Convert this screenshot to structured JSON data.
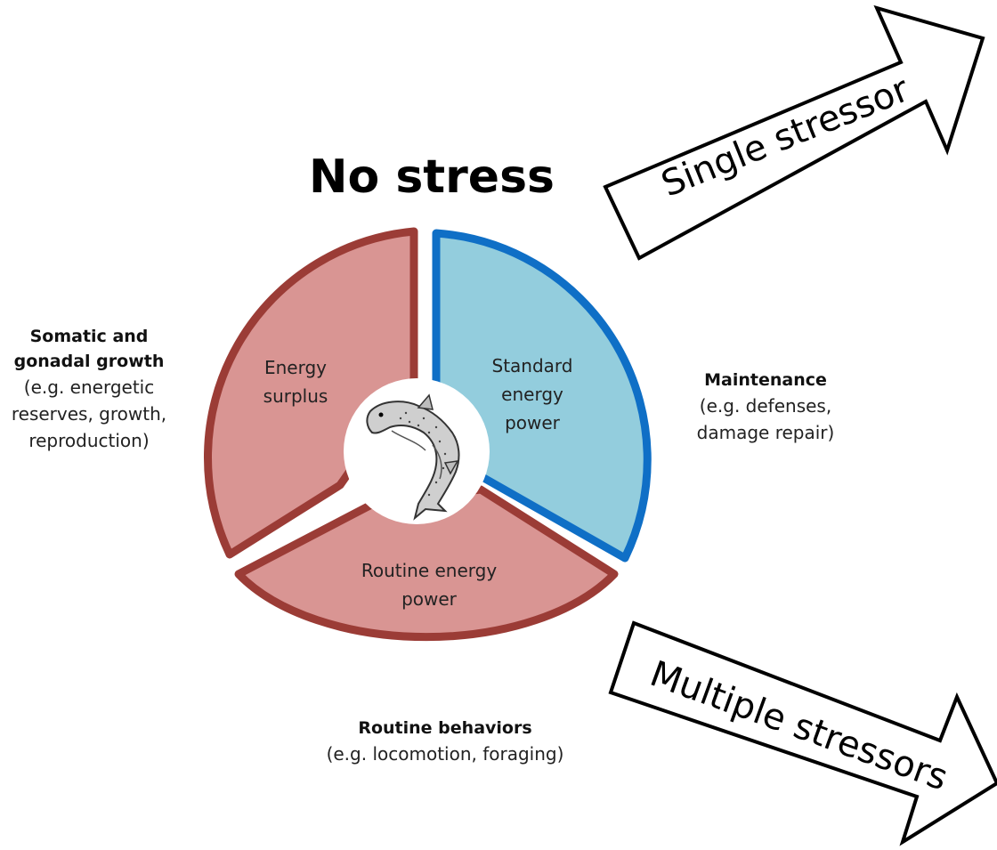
{
  "title": "No stress",
  "colors": {
    "red_fill": "#d99593",
    "red_stroke": "#9b3c36",
    "blue_fill": "#93cddd",
    "blue_stroke": "#0f6fc6"
  },
  "segments": {
    "surplus": {
      "lines": [
        "Energy",
        "surplus"
      ]
    },
    "standard": {
      "lines": [
        "Standard",
        "energy",
        "power"
      ]
    },
    "routine": {
      "lines": [
        "Routine energy",
        "power"
      ]
    }
  },
  "labels": {
    "somatic": {
      "head": [
        "Somatic  and",
        "gonadal growth"
      ],
      "desc": [
        "(e.g. energetic",
        "reserves, growth,",
        "reproduction)"
      ]
    },
    "maintenance": {
      "head": [
        "Maintenance"
      ],
      "desc": [
        "(e.g. defenses,",
        "damage repair)"
      ]
    },
    "routine": {
      "head": [
        "Routine behaviors"
      ],
      "desc": [
        "(e.g. locomotion, foraging)"
      ]
    }
  },
  "arrows": {
    "single": "Single stressor",
    "multiple": "Multiple stressors"
  },
  "center_icon": "leaping-fish-icon"
}
